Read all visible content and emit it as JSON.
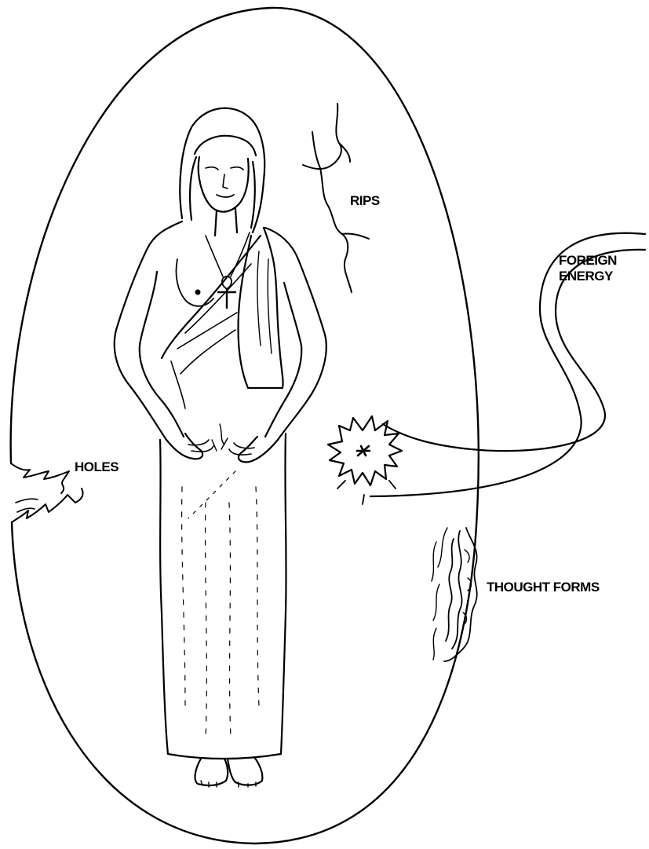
{
  "labels": {
    "rips": "RIPS",
    "foreign_line1": "FOREIGN",
    "foreign_line2": "ENERGY",
    "holes": "HOLES",
    "thought_forms": "THOUGHT FORMS"
  },
  "colors": {
    "ink": "#000000",
    "paper": "#ffffff"
  }
}
